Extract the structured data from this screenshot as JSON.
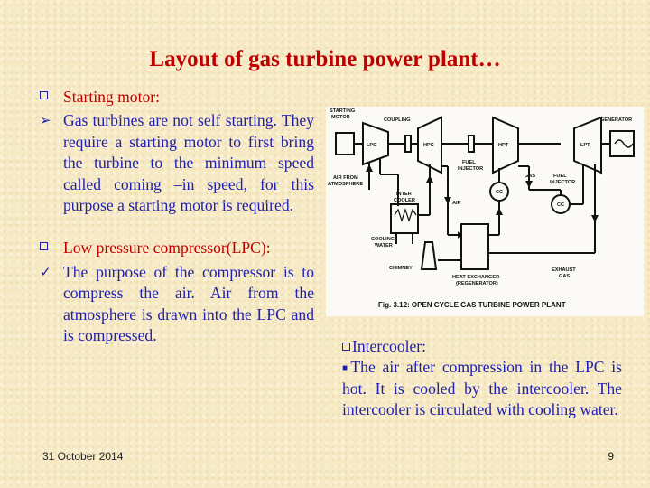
{
  "slide": {
    "title": "Layout of gas turbine power plant…",
    "date": "31 October 2014",
    "page_number": "9"
  },
  "left": {
    "item1": "Starting motor:",
    "item2": "Gas turbines are not self starting. They require a starting motor to first bring the turbine to the minimum speed called coming –in speed, for this purpose a starting motor is required.",
    "item3": "Low pressure compressor(LPC):",
    "item4": "The purpose of the compressor is to compress the air. Air from the atmosphere is drawn into the LPC and is compressed."
  },
  "right": {
    "heading": "Intercooler:",
    "body": "The air after compression in the LPC is hot. It is cooled by the intercooler. The intercooler is circulated with cooling water."
  },
  "diagram": {
    "caption": "Fig. 3.12: OPEN CYCLE GAS TURBINE POWER PLANT",
    "labels": {
      "starting_motor_1": "STARTING",
      "starting_motor_2": "MOTOR",
      "coupling": "COUPLING",
      "generator": "GENERATOR",
      "lpc": "LPC",
      "hpc": "HPC",
      "hpt": "HPT",
      "lpt": "LPT",
      "fuel_injector_1a": "FUEL",
      "fuel_injector_1b": "INJECTOR",
      "fuel_injector_2a": "FUEL",
      "fuel_injector_2b": "INJECTOR",
      "cc1": "CC",
      "cc2": "CC",
      "gas": "GAS",
      "air": "AIR",
      "air_from_1": "AIR FROM",
      "air_from_2": "ATMOSPHERE",
      "inter_cooler_1": "INTER",
      "inter_cooler_2": "COOLER",
      "cooling_water_1": "COOLING",
      "cooling_water_2": "WATER",
      "chimney": "CHIMNEY",
      "heat_exchanger_1": "HEAT EXCHANGER",
      "heat_exchanger_2": "(REGENERATOR)",
      "exhaust_1": "EXHAUST",
      "exhaust_2": "GAS"
    }
  }
}
